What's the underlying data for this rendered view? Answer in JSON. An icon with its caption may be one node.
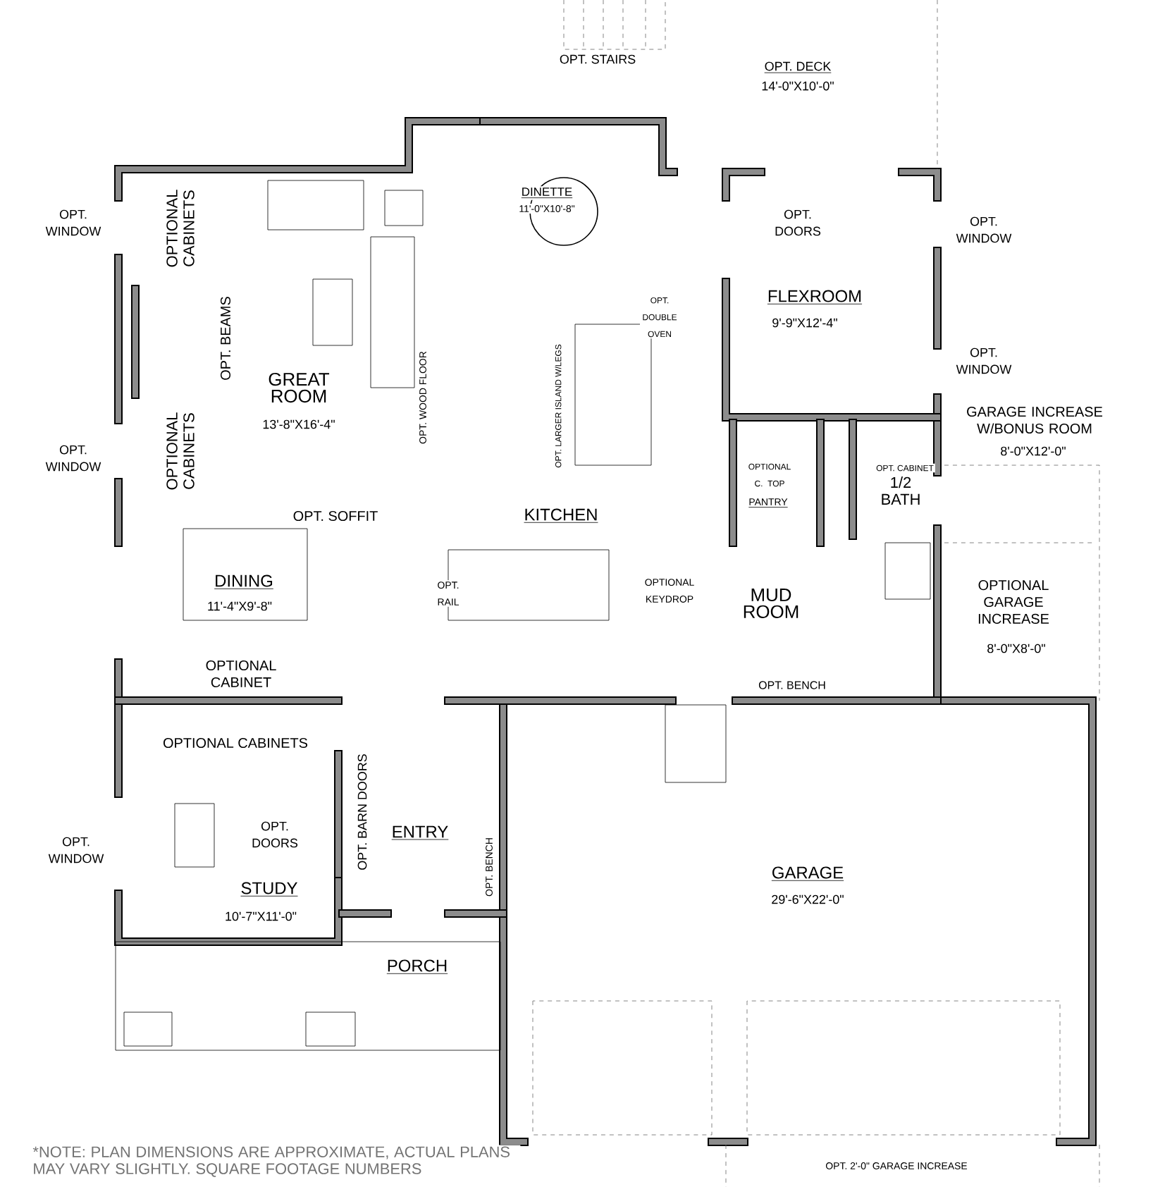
{
  "diagram": {
    "labels": [
      "OPT. STAIRS",
      "OPT. DECK",
      "14'-0\"X10'-0\"",
      "DINETTE",
      "11'-0\"X10'-8\"",
      "OPT. WINDOW",
      "OPTIONAL CABINETS",
      "OPT. DOORS",
      "OPT. WINDOW",
      "FLEXROOM",
      "9'-9\"X12'-4\"",
      "OPT. DOUBLE OVEN",
      "OPT. BEAMS",
      "GREAT ROOM",
      "13'-8\"X16'-4\"",
      "OPT. WOOD FLOOR",
      "OPT. LARGER ISLAND W/LEGS",
      "OPT. WINDOW",
      "GARAGE INCREASE W/BONUS ROOM",
      "8'-0\"X12'-0\"",
      "OPT. WINDOW",
      "OPTIONAL CABINETS",
      "OPTIONAL C. TOP",
      "OPT. CABINET",
      "1/2 BATH",
      "PANTRY",
      "OPT. SOFFIT",
      "KITCHEN",
      "DINING",
      "11'-4\"X9'-8\"",
      "OPT. RAIL",
      "OPTIONAL KEYDROP",
      "MUD ROOM",
      "OPTIONAL GARAGE INCREASE",
      "8'-0\"X8'-0\"",
      "OPTIONAL CABINET",
      "OPT. BENCH",
      "OPTIONAL CABINETS",
      "OPT. BARN DOORS",
      "OPT. DOORS",
      "ENTRY",
      "OPT. WINDOW",
      "OPT. BENCH",
      "GARAGE",
      "29'-6\"X22'-0\"",
      "STUDY",
      "10'-7\"X11'-0\"",
      "PORCH",
      "OPT. 2'-0\" GARAGE INCREASE",
      "*NOTE: PLAN DIMENSIONS ARE APPROXIMATE, ACTUAL PLANS MAY VARY SLIGHTLY. SQUARE FOOTAGE NUMBERS"
    ]
  }
}
